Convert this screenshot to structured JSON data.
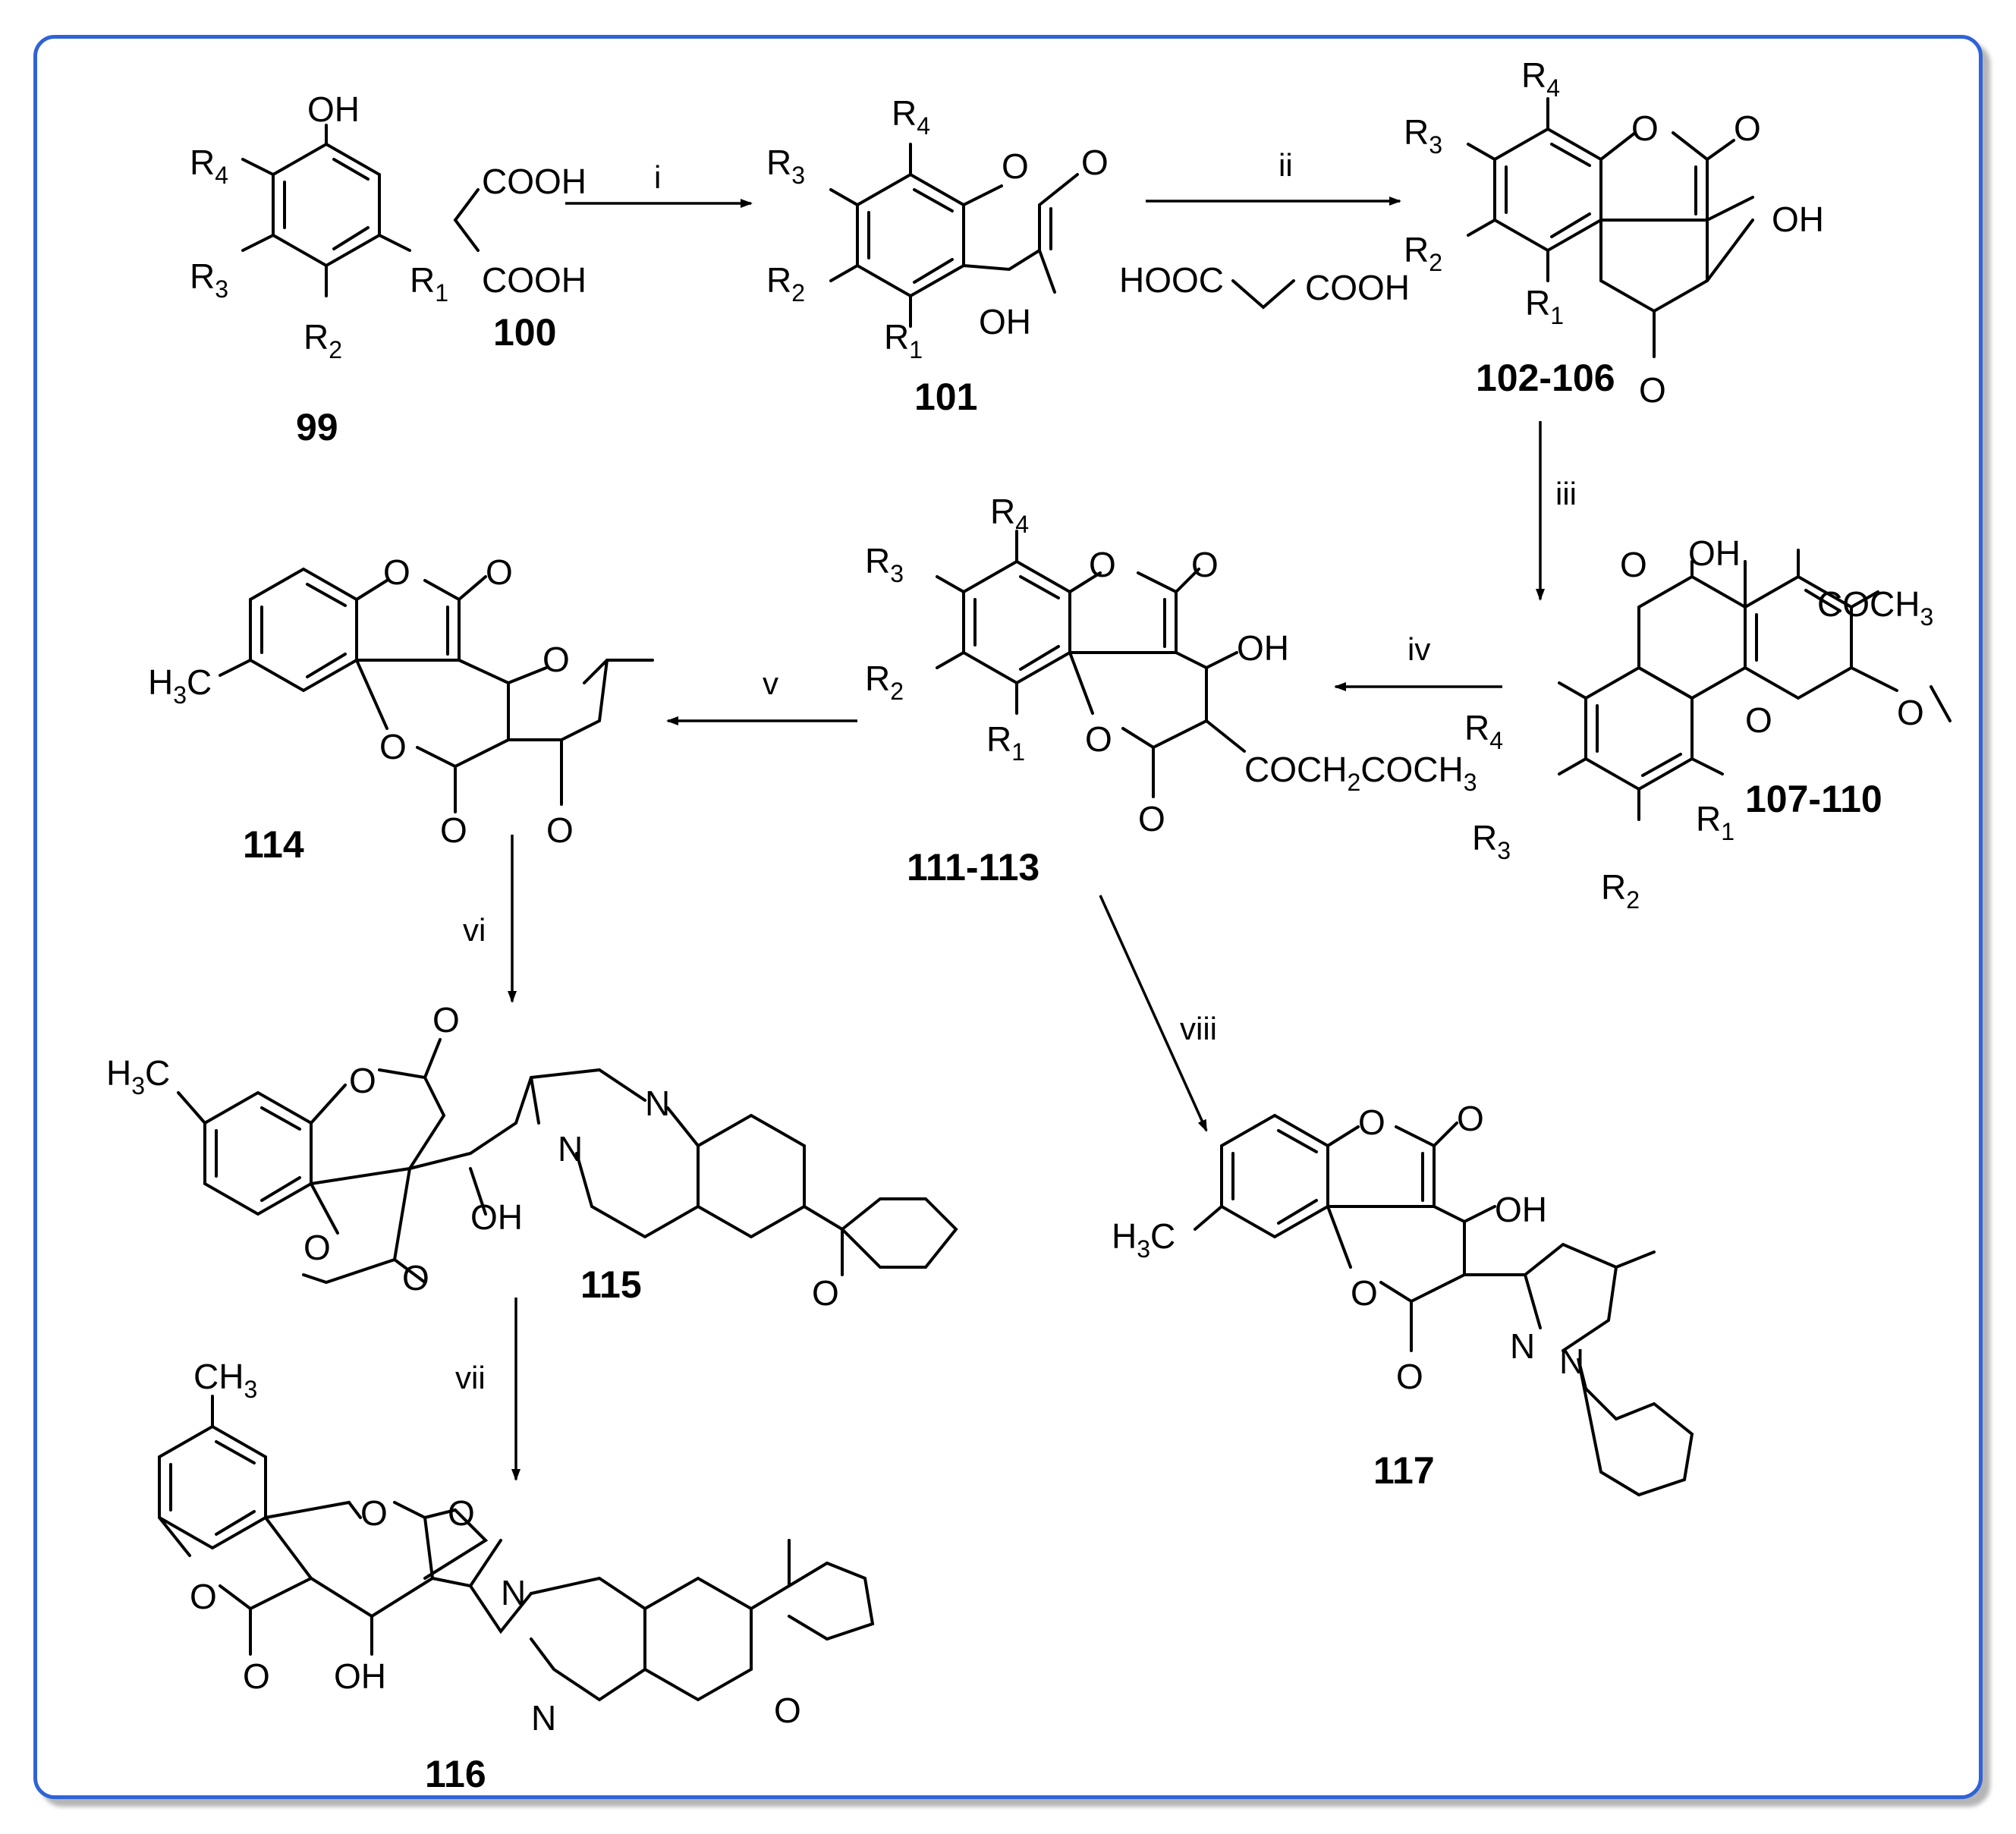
{
  "compounds": [
    {
      "id": "c99",
      "label": "99"
    },
    {
      "id": "c100",
      "label": "100"
    },
    {
      "id": "c101",
      "label": "101"
    },
    {
      "id": "c102",
      "label": "102-106"
    },
    {
      "id": "c107",
      "label": "107-110"
    },
    {
      "id": "c111",
      "label": "111-113"
    },
    {
      "id": "c114",
      "label": "114"
    },
    {
      "id": "c115",
      "label": "115"
    },
    {
      "id": "c116",
      "label": "116"
    },
    {
      "id": "c117",
      "label": "117"
    }
  ],
  "steps": [
    {
      "id": "s1",
      "label": "i"
    },
    {
      "id": "s2",
      "label": "ii"
    },
    {
      "id": "s3",
      "label": "iii"
    },
    {
      "id": "s4",
      "label": "iv"
    },
    {
      "id": "s5",
      "label": "v"
    },
    {
      "id": "s6",
      "label": "vi"
    },
    {
      "id": "s7",
      "label": "vii"
    },
    {
      "id": "s8",
      "label": "viii"
    }
  ],
  "reagents": {
    "malonic": "HOOC",
    "malonic2": "COOH"
  },
  "atoms": {
    "OH": "OH",
    "O": "O",
    "N": "N",
    "COOH": "COOH",
    "COCH3": "COCH",
    "COCH2COCH3_a": "COCH",
    "COCH2COCH3_b": "COCH",
    "H3C": "H",
    "C": "C",
    "CH3": "CH",
    "R": "R",
    "s1": "1",
    "s2": "2",
    "s3": "3",
    "s4": "4",
    "n2": "2",
    "n3": "3"
  }
}
